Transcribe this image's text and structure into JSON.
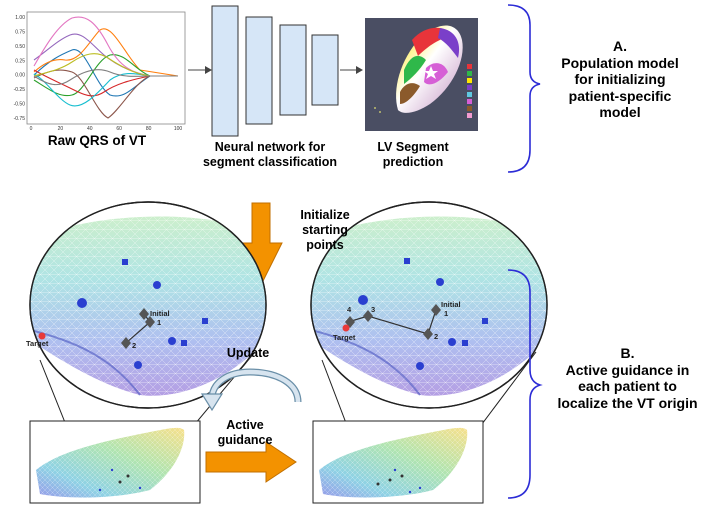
{
  "qrs_plot": {
    "title": "Raw QRS of VT",
    "y_ticks": [
      "1.00",
      "0.75",
      "0.50",
      "0.25",
      "0.00",
      "-0.25",
      "-0.50",
      "-0.75"
    ],
    "x_ticks": [
      "0",
      "20",
      "40",
      "60",
      "80",
      "100"
    ]
  },
  "neural_network": {
    "label_lines": [
      "Neural network for",
      "segment classification"
    ]
  },
  "lv_prediction": {
    "label_lines": [
      "LV Segment",
      "prediction"
    ]
  },
  "section_a": {
    "lines": [
      "A.",
      "Population model",
      "for initializing",
      "patient-specific",
      "model"
    ]
  },
  "initialize": {
    "label_lines": [
      "Initialize",
      "starting",
      "points"
    ]
  },
  "left_zoom": {
    "label_initial": "Initial",
    "label_1": "1",
    "label_2": "2",
    "label_target": "Target"
  },
  "right_zoom": {
    "label_initial": "Initial",
    "label_1": "1",
    "label_2": "2",
    "label_3": "3",
    "label_4": "4",
    "label_target": "Target"
  },
  "update": {
    "label": "Update"
  },
  "active_guidance": {
    "label_lines": [
      "Active",
      "guidance"
    ]
  },
  "section_b": {
    "lines": [
      "B.",
      "Active guidance in",
      "each patient to",
      "localize the VT origin"
    ]
  },
  "colors": {
    "arrow_orange": "#f39200",
    "bracket_blue": "#2c2cd6",
    "nn_fill": "#d6e6f7",
    "target_red": "#e83a3a",
    "marker_blue": "#2a3fd0"
  }
}
